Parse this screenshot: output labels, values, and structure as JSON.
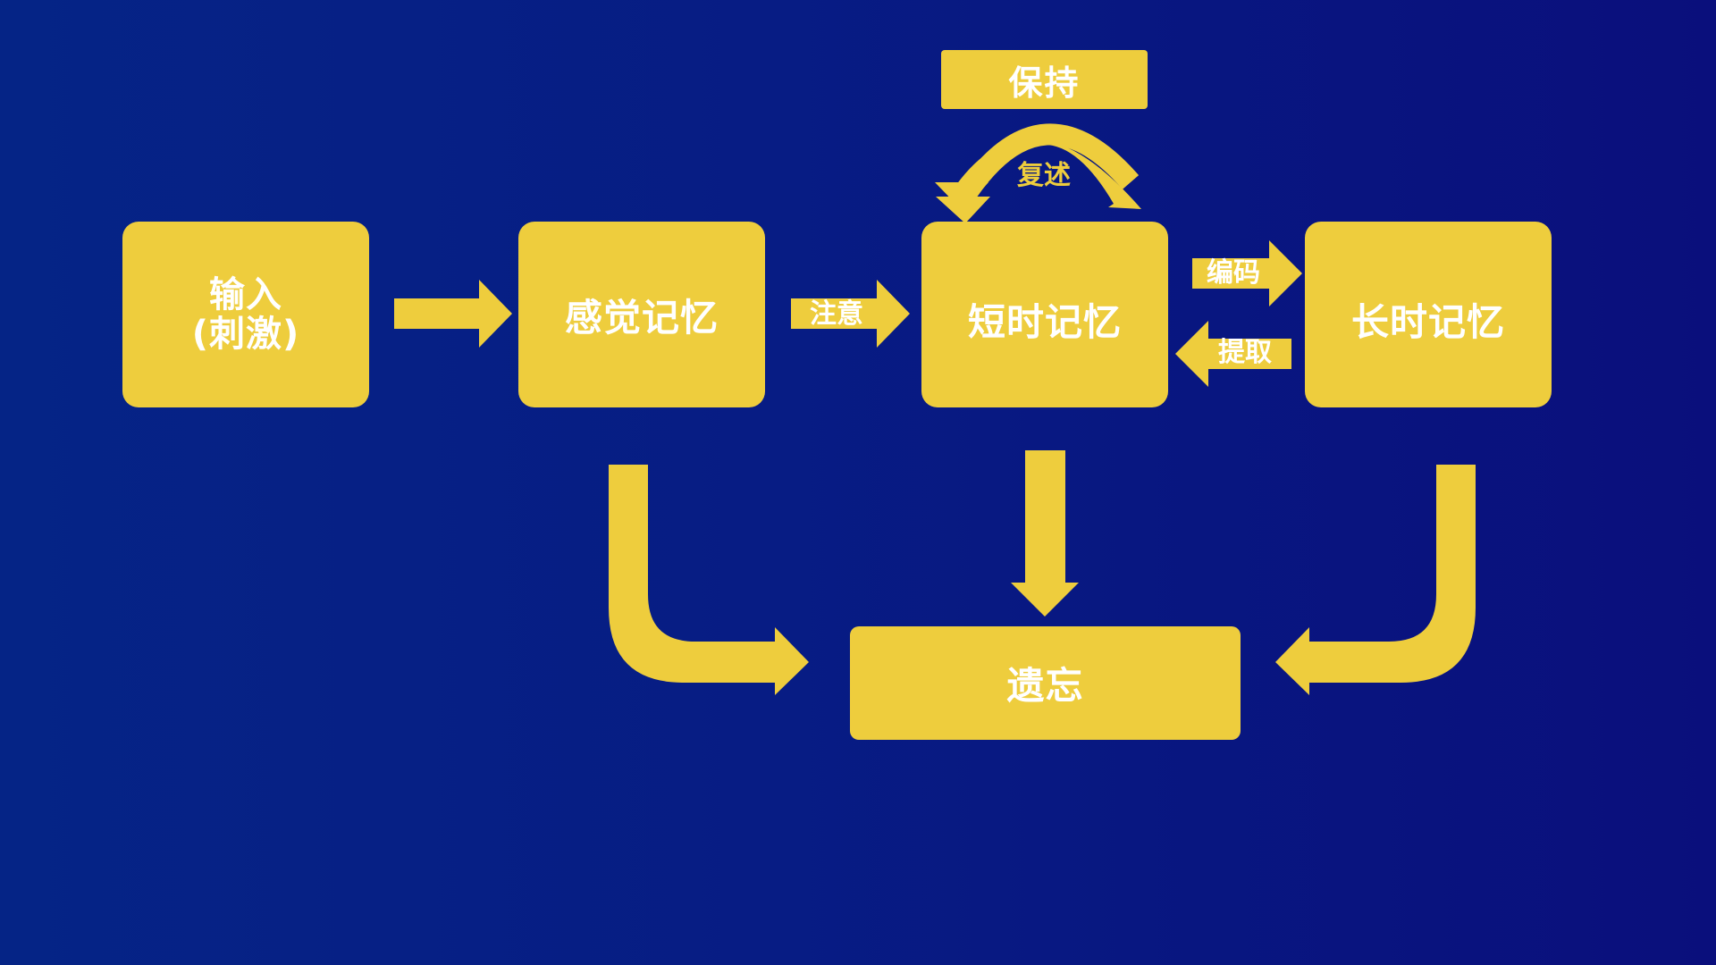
{
  "diagram": {
    "nodes": {
      "input": {
        "line1": "输入",
        "line2": "(刺激)"
      },
      "sensory": "感觉记忆",
      "short_term": "短时记忆",
      "long_term": "长时记忆",
      "retention": "保持",
      "forgetting": "遗忘"
    },
    "edges": {
      "attention": "注意",
      "rehearsal": "复述",
      "encoding": "编码",
      "retrieval": "提取"
    }
  },
  "colors": {
    "background_left": "#052486",
    "background_right": "#0a0f7c",
    "shape_fill": "#eecd3d",
    "text": "#ffffff"
  }
}
